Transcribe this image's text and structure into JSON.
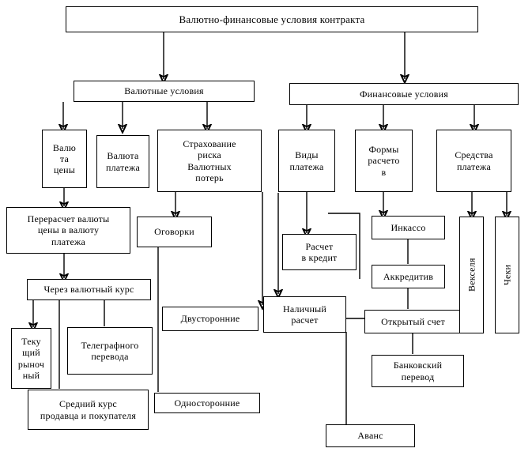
{
  "diagram": {
    "title": "Валютно-финансовые условия контракта",
    "language": "ru",
    "nodes": {
      "root": "Валютно-финансовые условия контракта",
      "currency_conditions": "Валютные условия",
      "financial_conditions": "Финансовые условия",
      "price_currency": "Валю\nта\nцены",
      "payment_currency": "Валюта\nплатежа",
      "risk_insurance": "Страхование\nриска\nВалютных\nпотерь",
      "recalculation": "Перерасчет валюты\nцены в валюту\nплатежа",
      "clauses": "Оговорки",
      "via_rate": "Через валютный курс",
      "bilateral": "Двусторонние",
      "current_market": "Теку\nщий\nрыноч\nный",
      "telegraph_transfer": "Телеграфного\nперевода",
      "average_rate": "Средний курс\nпродавца и покупателя",
      "unilateral": "Односторонние",
      "payment_types": "Виды\nплатежа",
      "settlement_forms": "Формы\nрасчето\nв",
      "payment_means": "Средства\nплатежа",
      "credit_settlement": "Расчет\nв кредит",
      "collection": "Инкассо",
      "letter_of_credit": "Аккредитив",
      "cash_settlement": "Наличный\nрасчет",
      "open_account": "Открытый счет",
      "bills_of_exchange": "Векселя",
      "cheques": "Чеки",
      "bank_transfer": "Банковский\nперевод",
      "advance": "Аванс"
    }
  },
  "style": {
    "stroke": "#000000",
    "fill": "#ffffff"
  }
}
